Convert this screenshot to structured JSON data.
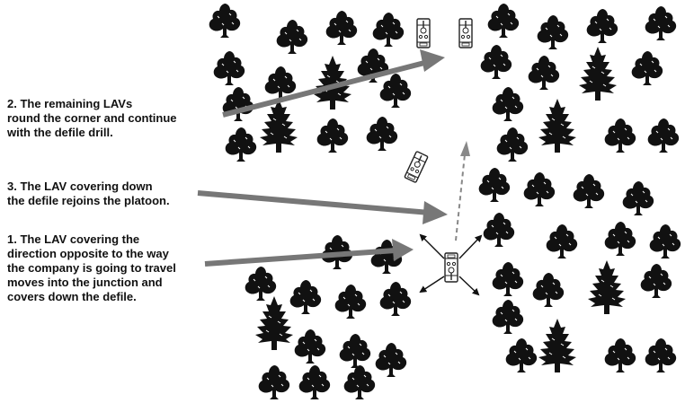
{
  "steps": [
    {
      "id": "step-1",
      "text": "1.  The LAV covering the\ndirection opposite to the way\nthe company is going to travel\nmoves into the junction and\ncovers down the defile."
    },
    {
      "id": "step-2",
      "text": "2.  The remaining LAVs\nround the corner and continue\nwith the defile drill."
    },
    {
      "id": "step-3",
      "text": "3.  The LAV covering down\nthe defile rejoins the platoon."
    }
  ],
  "colors": {
    "tree": "#111111",
    "arrow": "#777777",
    "dashed_arrow": "#888888",
    "vehicle_outline": "#222222",
    "text": "#111111"
  },
  "icons": [
    "tree-icon",
    "lav-vehicle-icon"
  ]
}
